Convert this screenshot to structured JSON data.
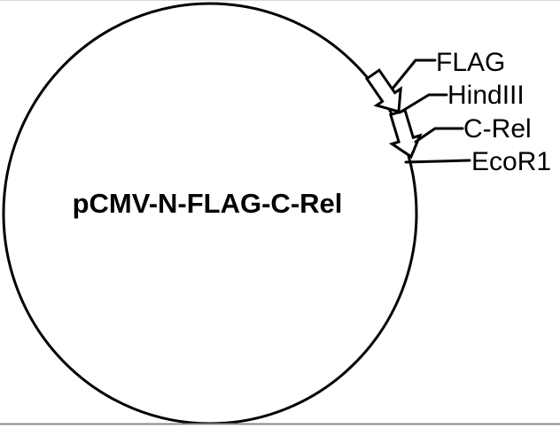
{
  "figure": {
    "type": "plasmid-map-diagram",
    "title": "pCMV-N-FLAG-C-Rel",
    "annotations": [
      {
        "label": "FLAG"
      },
      {
        "label": "HindIII"
      },
      {
        "label": "C-Rel"
      },
      {
        "label": "EcoR1"
      }
    ],
    "colors": {
      "line": "#000000",
      "background": "#ffffff",
      "top_border": "#d9d9d9",
      "bottom_border": "#8a8a8a"
    }
  }
}
